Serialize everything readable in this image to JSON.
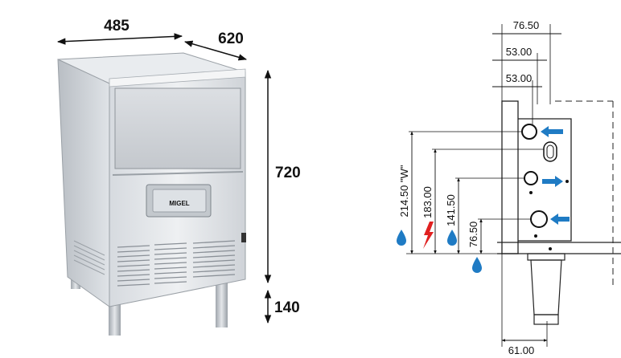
{
  "machine": {
    "width": "485",
    "depth": "620",
    "height": "720",
    "legs": "140",
    "brand": "MIGEL"
  },
  "drawing": {
    "top_dim_1": "76.50",
    "top_dim_2": "53.00",
    "top_dim_3": "53.00",
    "bottom_dim": "61.00",
    "vert_dim_1": "214.50 \"W\"",
    "vert_dim_2": "183.00",
    "vert_dim_3": "141.50",
    "vert_dim_4": "76.50"
  },
  "colors": {
    "arrow": "#1f7bc4",
    "water_drop": "#1f7bc4",
    "lightning": "#e02020"
  }
}
